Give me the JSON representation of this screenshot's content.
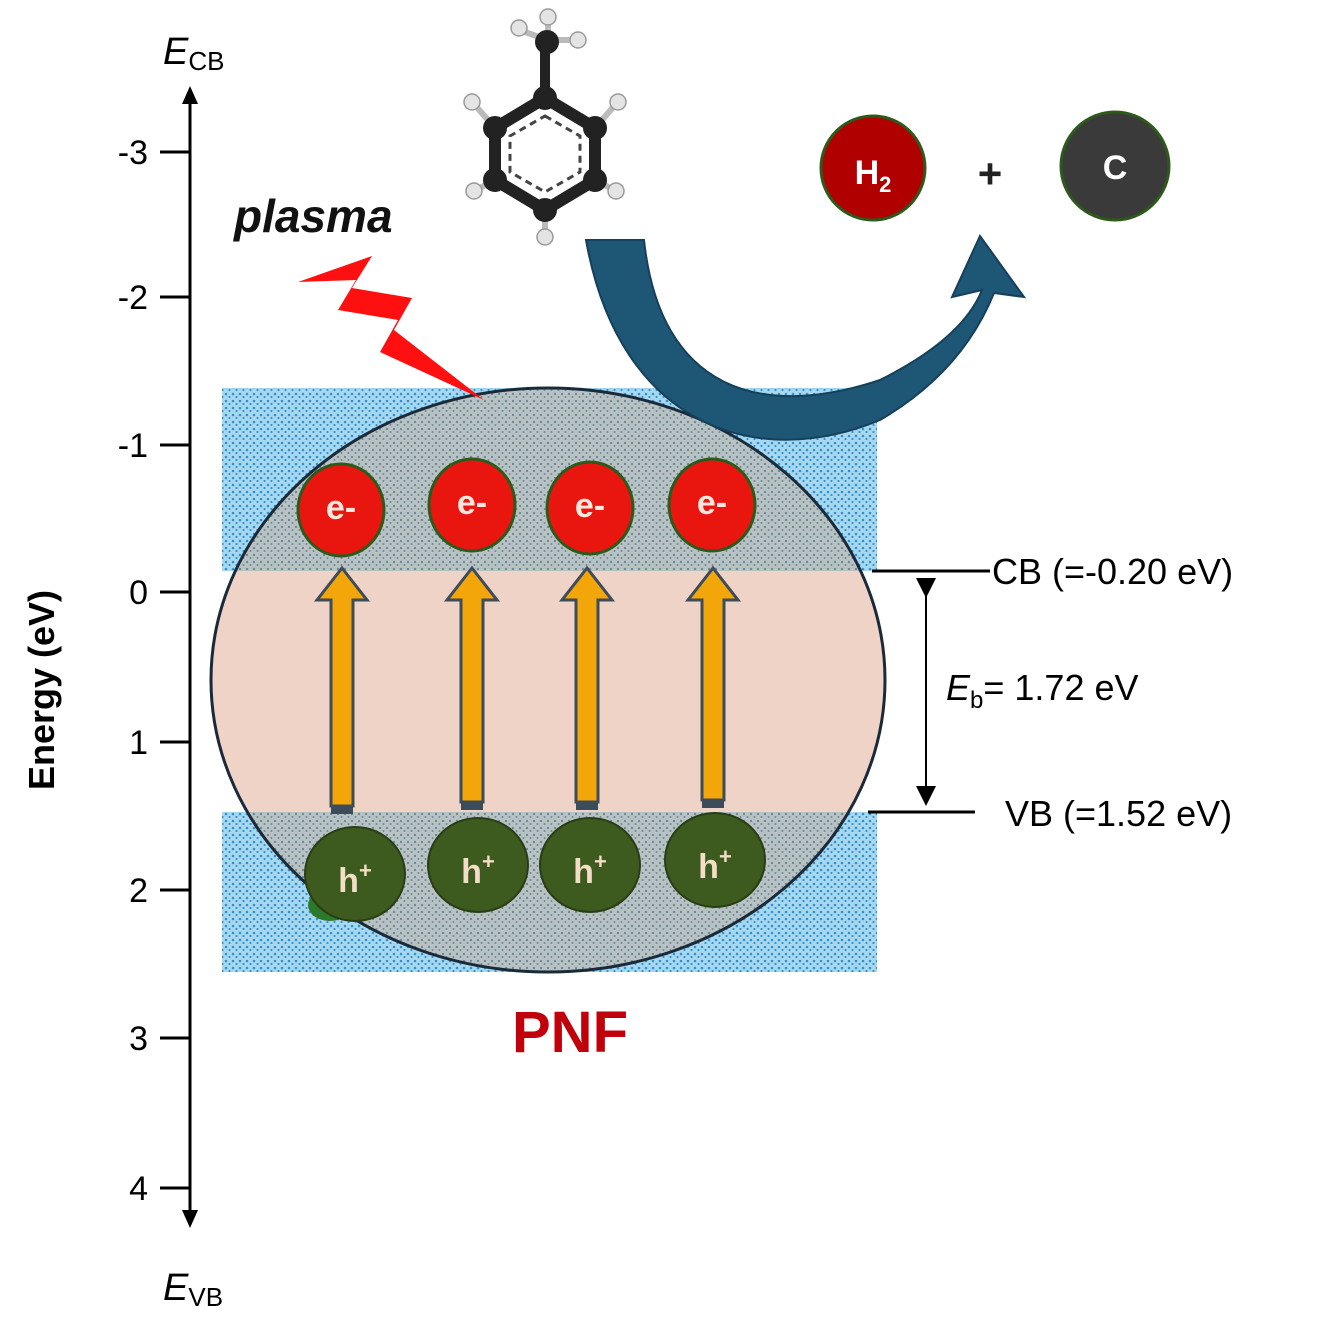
{
  "axis": {
    "title": "Energy (eV)",
    "top_label_main": "E",
    "top_label_sub": "CB",
    "bottom_label_main": "E",
    "bottom_label_sub": "VB",
    "ticks": [
      "-3",
      "-2",
      "-1",
      "0",
      "1",
      "2",
      "3",
      "4"
    ]
  },
  "plasma_label": "plasma",
  "particle_label": "PNF",
  "electron_label": "e-",
  "hole_label_main": "h",
  "hole_label_sup": "+",
  "electron_count": 4,
  "products": {
    "hydrogen_main": "H",
    "hydrogen_sub": "2",
    "plus": "+",
    "carbon": "C"
  },
  "bands": {
    "cb_label": "CB (=-0.20 eV)",
    "vb_label": "VB (=1.52 eV)",
    "gap_main": "E",
    "gap_sub": "b",
    "gap_value": "= 1.72 eV"
  },
  "colors": {
    "electron": "#e8160f",
    "hole": "#3d5a1f",
    "hydrogen": "#b00000",
    "carbon": "#3a3a3a",
    "arrow": "#f2a60a",
    "curved_arrow": "#1e5675",
    "pnf_text": "#c0000a",
    "band_region": "#a8d8ef",
    "gap_region": "#f0d3c7"
  }
}
